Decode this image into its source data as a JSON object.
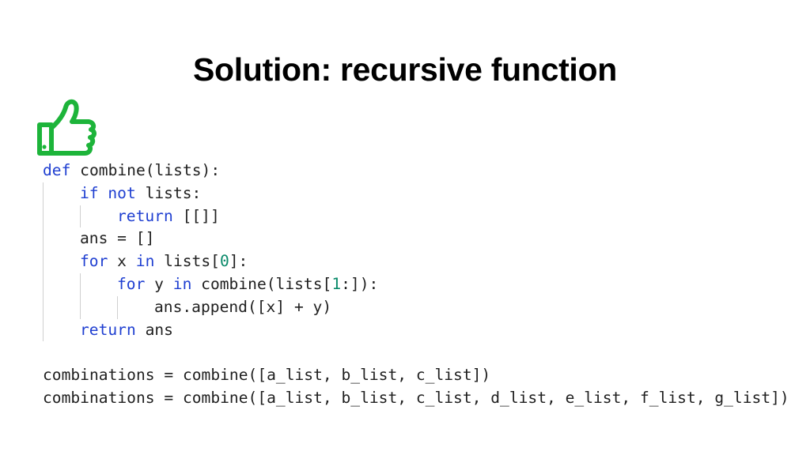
{
  "slide": {
    "title": "Solution: recursive function",
    "icon": "thumbs-up-icon",
    "icon_color": "#1db43a"
  },
  "colors": {
    "keyword": "#1f3fd1",
    "number": "#0a8a6a",
    "text": "#1f1f1f",
    "indent_guide": "#d0d0d0"
  },
  "code": {
    "language": "python",
    "lines": [
      {
        "indent": 0,
        "tokens": [
          {
            "t": "def",
            "k": "kw"
          },
          {
            "t": " combine(lists):"
          }
        ]
      },
      {
        "indent": 1,
        "tokens": [
          {
            "t": "if",
            "k": "kw"
          },
          {
            "t": " "
          },
          {
            "t": "not",
            "k": "kw"
          },
          {
            "t": " lists:"
          }
        ]
      },
      {
        "indent": 2,
        "tokens": [
          {
            "t": "return",
            "k": "kw"
          },
          {
            "t": " [[]]"
          }
        ]
      },
      {
        "indent": 1,
        "tokens": [
          {
            "t": "ans = []"
          }
        ]
      },
      {
        "indent": 1,
        "tokens": [
          {
            "t": "for",
            "k": "kw"
          },
          {
            "t": " x "
          },
          {
            "t": "in",
            "k": "kw"
          },
          {
            "t": " lists["
          },
          {
            "t": "0",
            "k": "num"
          },
          {
            "t": "]:"
          }
        ]
      },
      {
        "indent": 2,
        "tokens": [
          {
            "t": "for",
            "k": "kw"
          },
          {
            "t": " y "
          },
          {
            "t": "in",
            "k": "kw"
          },
          {
            "t": " combine(lists["
          },
          {
            "t": "1",
            "k": "num"
          },
          {
            "t": ":]):"
          }
        ]
      },
      {
        "indent": 3,
        "tokens": [
          {
            "t": "ans.append([x] + y)"
          }
        ]
      },
      {
        "indent": 1,
        "tokens": [
          {
            "t": "return",
            "k": "kw"
          },
          {
            "t": " ans"
          }
        ]
      },
      {
        "indent": 0,
        "tokens": []
      },
      {
        "indent": 0,
        "tokens": [
          {
            "t": "combinations = combine([a_list, b_list, c_list])"
          }
        ]
      },
      {
        "indent": 0,
        "tokens": [
          {
            "t": "combinations = combine([a_list, b_list, c_list, d_list, e_list, f_list, g_list])"
          }
        ]
      }
    ]
  }
}
